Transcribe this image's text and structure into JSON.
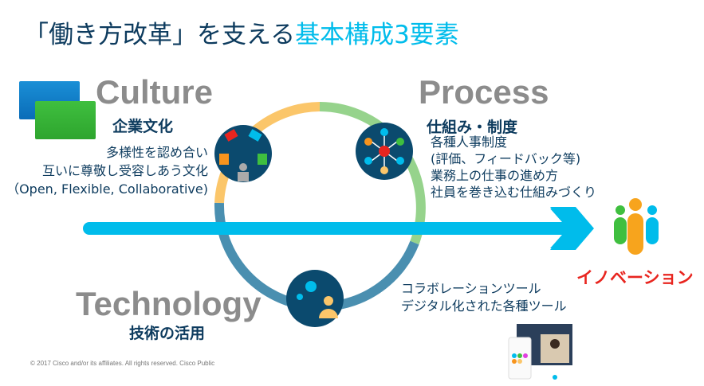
{
  "title": {
    "main": "「働き方改革」を支える",
    "accent": "基本構成3要素"
  },
  "culture": {
    "heading": "Culture",
    "subheading": "企業文化",
    "lines": [
      "多様性を認め合い",
      "互いに尊敬し受容しあう文化",
      "（Open, Flexible, Collaborative)"
    ]
  },
  "process": {
    "heading": "Process",
    "subheading": "仕組み・制度",
    "lines": [
      "各種人事制度",
      "(評価、フィードバック等)",
      "業務上の仕事の進め方",
      "社員を巻き込む仕組みづくり"
    ]
  },
  "technology": {
    "heading": "Technology",
    "subheading": "技術の活用",
    "lines": [
      "コラボレーションツール",
      "デジタル化された各種ツール"
    ]
  },
  "outcome": "イノベーション",
  "footer": "© 2017  Cisco and/or its affiliates. All rights reserved.   Cisco Public",
  "colors": {
    "accent": "#00bceb",
    "navy": "#0d3b5e",
    "yellow": "#fbc66a",
    "green": "#96d38c",
    "teal": "#4a8fb0",
    "red": "#e8251f"
  }
}
